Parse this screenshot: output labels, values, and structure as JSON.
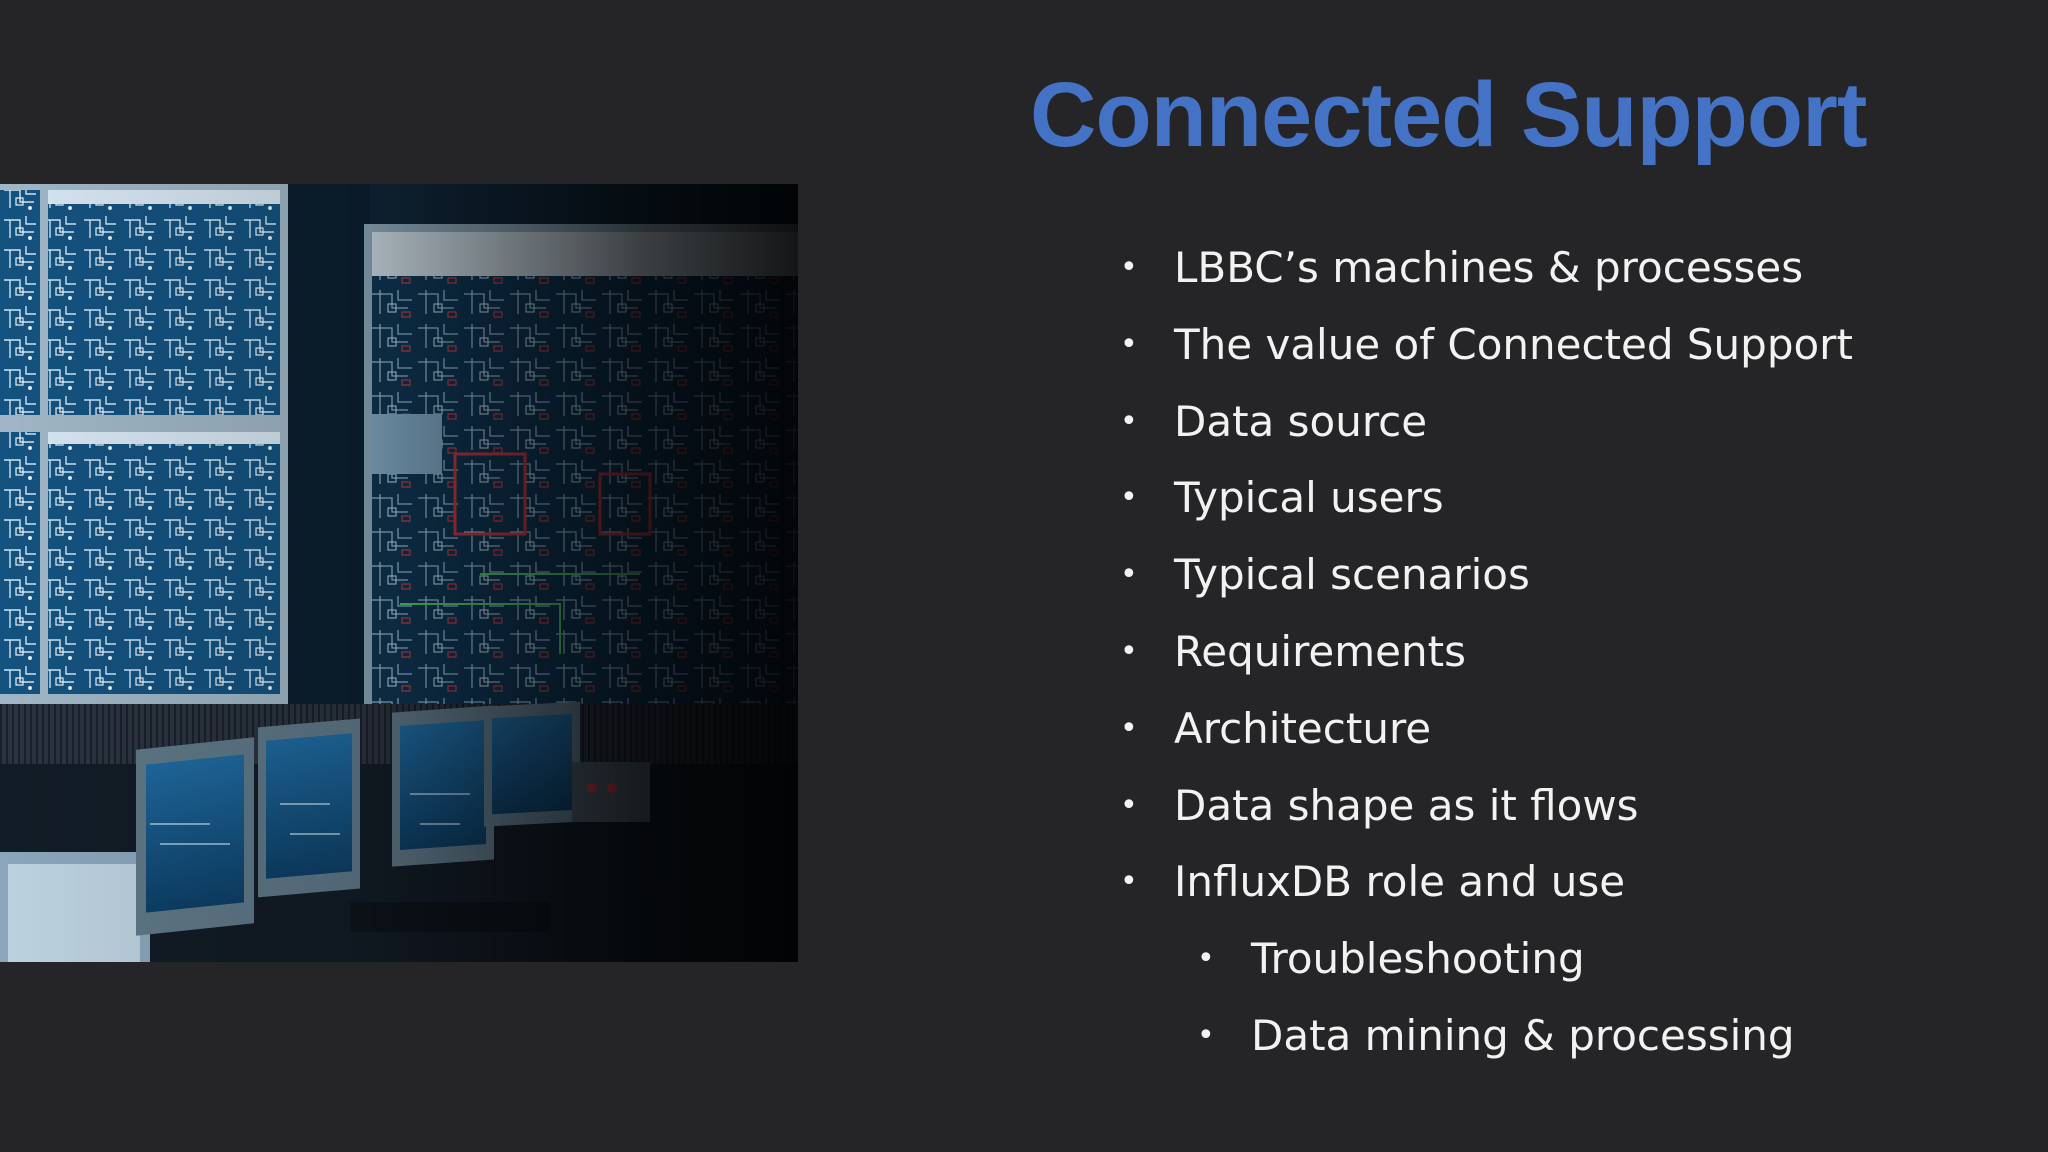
{
  "slide": {
    "title": "Connected Support",
    "title_color": "#4472c4",
    "background_color": "#252527",
    "bullet_glyph": "•",
    "bullets": [
      {
        "text": "LBBC’s  machines & processes",
        "level": 1
      },
      {
        "text": "The value of Connected Support",
        "level": 1
      },
      {
        "text": "Data source",
        "level": 1
      },
      {
        "text": "Typical users",
        "level": 1
      },
      {
        "text": "Typical scenarios",
        "level": 1
      },
      {
        "text": "Requirements",
        "level": 1
      },
      {
        "text": "Architecture",
        "level": 1
      },
      {
        "text": "Data shape as it flows",
        "level": 1
      },
      {
        "text": "InfluxDB role and use",
        "level": 1
      },
      {
        "text": "Troubleshooting",
        "level": 2
      },
      {
        "text": "Data mining & processing",
        "level": 2
      }
    ]
  }
}
